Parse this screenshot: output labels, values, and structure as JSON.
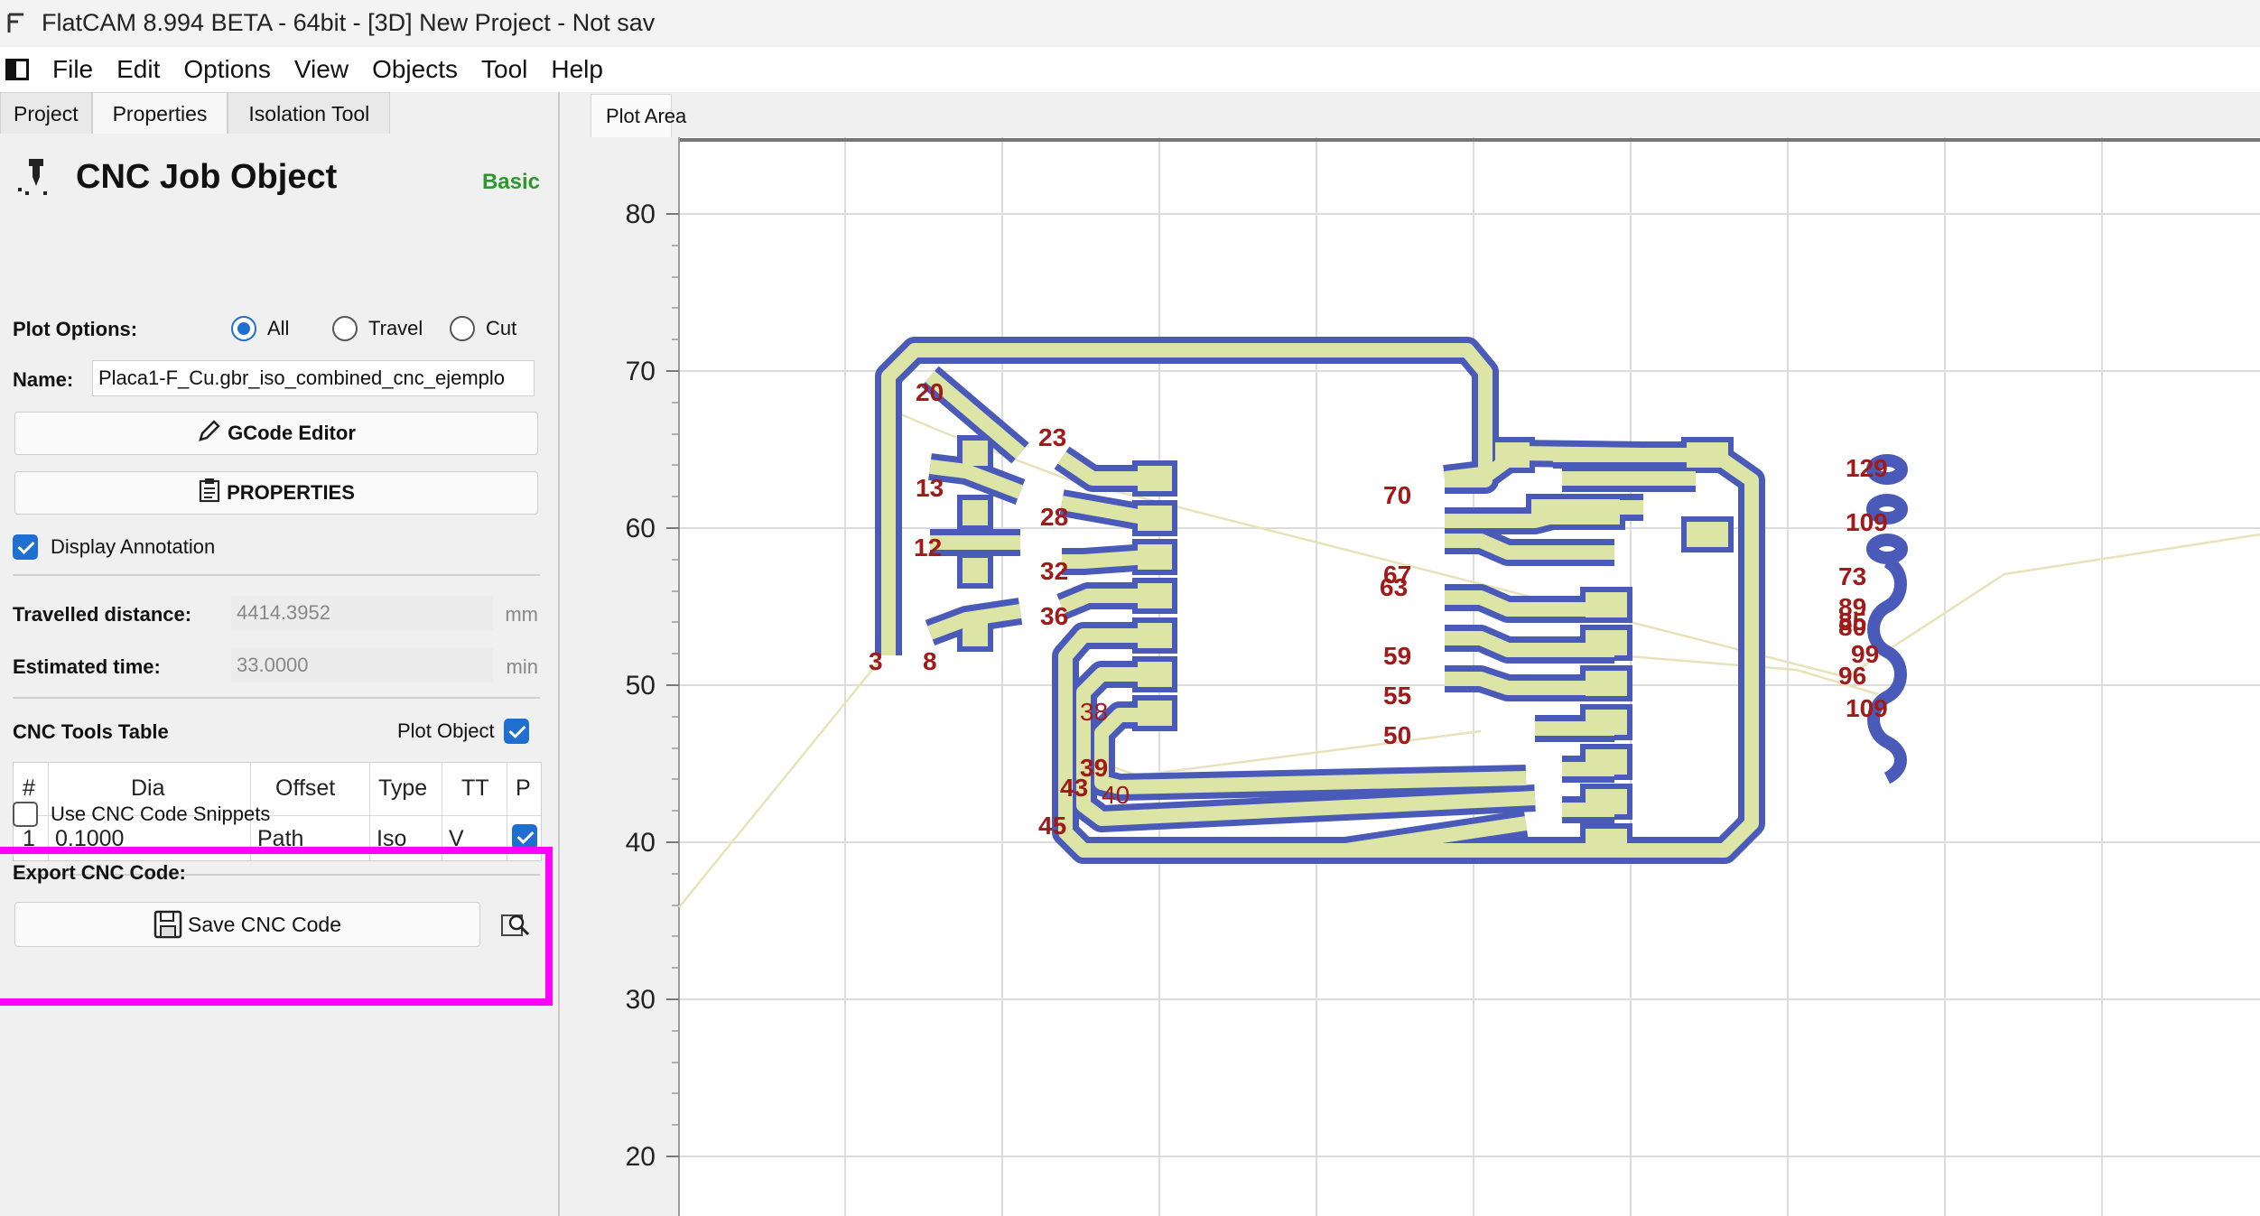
{
  "window": {
    "title": "FlatCAM 8.994 BETA - 64bit - [3D]    New Project - Not sav"
  },
  "menu": [
    "File",
    "Edit",
    "Options",
    "View",
    "Objects",
    "Tool",
    "Help"
  ],
  "left_tabs": [
    "Project",
    "Properties",
    "Isolation Tool"
  ],
  "object": {
    "title": "CNC Job Object",
    "mode": "Basic",
    "plot_options_label": "Plot Options:",
    "plot_options": [
      {
        "label": "All",
        "checked": true
      },
      {
        "label": "Travel",
        "checked": false
      },
      {
        "label": "Cut",
        "checked": false
      }
    ],
    "name_label": "Name:",
    "name_value": "Placa1-F_Cu.gbr_iso_combined_cnc_ejemplo",
    "gcode_editor_label": "GCode Editor",
    "properties_label": "PROPERTIES",
    "display_annotation_label": "Display Annotation",
    "display_annotation_checked": true,
    "travelled_distance_label": "Travelled distance:",
    "travelled_distance_value": "4414.3952",
    "travelled_distance_unit": "mm",
    "estimated_time_label": "Estimated time:",
    "estimated_time_value": "33.0000",
    "estimated_time_unit": "min"
  },
  "tools_table": {
    "title": "CNC Tools Table",
    "plot_object_label": "Plot Object",
    "plot_object_checked": true,
    "headers": [
      "#",
      "Dia",
      "Offset",
      "Type",
      "TT",
      "P"
    ],
    "rows": [
      {
        "num": "1",
        "dia": "0.1000",
        "offset": "Path",
        "type": "Iso",
        "tt": "V",
        "p": true
      }
    ]
  },
  "snippets": {
    "label": "Use CNC Code Snippets",
    "checked": false
  },
  "export": {
    "label": "Export CNC Code:",
    "save_label": "Save CNC Code"
  },
  "plot": {
    "tab_label": "Plot Area",
    "y_ticks": [
      "80",
      "70",
      "60",
      "50",
      "40",
      "30",
      "20"
    ],
    "annotations": [
      "20",
      "23",
      "13",
      "28",
      "12",
      "32",
      "36",
      "3",
      "8",
      "38",
      "39",
      "43",
      "40",
      "45",
      "70",
      "63",
      "67",
      "59",
      "55",
      "50",
      "129",
      "109",
      "73",
      "89",
      "80",
      "85",
      "99",
      "96",
      "109"
    ],
    "colors": {
      "trace_outline": "#4a5ab8",
      "trace_fill": "#dde5a6",
      "annotation": "#a11a1a",
      "travel": "#e8e2b8",
      "grid": "#dcdcdc"
    }
  }
}
